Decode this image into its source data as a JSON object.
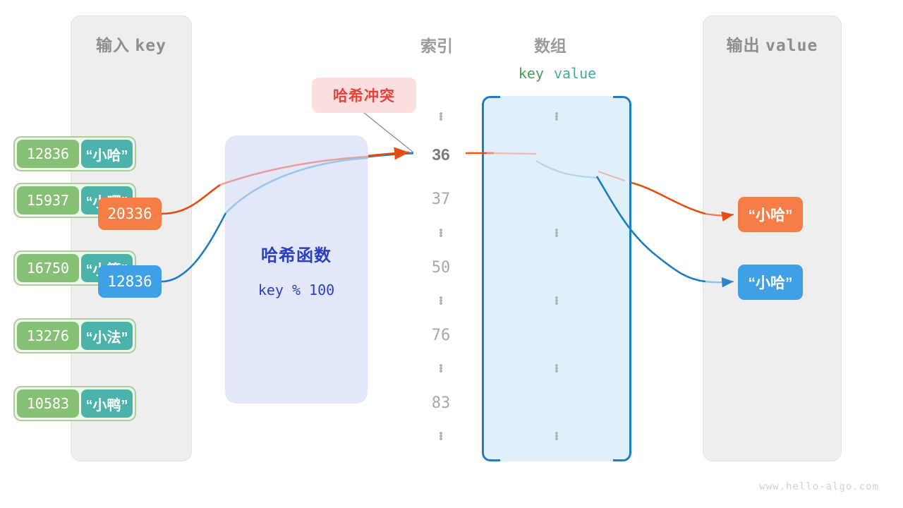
{
  "panels": {
    "input": {
      "title_cn": "输入",
      "title_mono": "key"
    },
    "output": {
      "title_cn": "输出",
      "title_mono": "value"
    }
  },
  "headings": {
    "index": "索引",
    "array": "数组",
    "key": "key",
    "value": "value"
  },
  "hash_function": {
    "title": "哈希函数",
    "expression": "key % 100"
  },
  "collision": {
    "label": "哈希冲突"
  },
  "inputs": [
    {
      "value": "20336",
      "color": "#f47e46"
    },
    {
      "value": "12836",
      "color": "#3fa0e5"
    }
  ],
  "outputs": [
    {
      "value": "“小哈”",
      "color": "#f47e46"
    },
    {
      "value": "“小哈”",
      "color": "#3fa0e5"
    }
  ],
  "indices": [
    {
      "label": "36",
      "active": true
    },
    {
      "label": "37",
      "active": false
    },
    {
      "label": "50",
      "active": false
    },
    {
      "label": "76",
      "active": false
    },
    {
      "label": "83",
      "active": false
    }
  ],
  "buckets": [
    {
      "key": "12836",
      "value": "“小哈”"
    },
    {
      "key": "15937",
      "value": "“小啰”"
    },
    {
      "key": "16750",
      "value": "“小算”"
    },
    {
      "key": "13276",
      "value": "“小法”"
    },
    {
      "key": "10583",
      "value": "“小鸭”"
    }
  ],
  "ellipsis": "⋮",
  "watermark": "www.hello-algo.com",
  "colors": {
    "panel_bg": "#eeeeee",
    "hash_bg": "#e3e7fa",
    "hash_text": "#2b3fc4",
    "array_bg": "#e0f0fa",
    "array_border": "#1f7cc2",
    "cell_key": "#85c075",
    "cell_value": "#4bb3ac",
    "cell_outline": "#a9cf96",
    "orange": "#f47e46",
    "blue": "#3fa0e5",
    "arrow_orange": "#e14e12",
    "arrow_blue": "#1f7cc2",
    "badge_bg": "#fbdfde",
    "badge_text": "#e8423c",
    "heading_gray": "#9b9b9b"
  }
}
